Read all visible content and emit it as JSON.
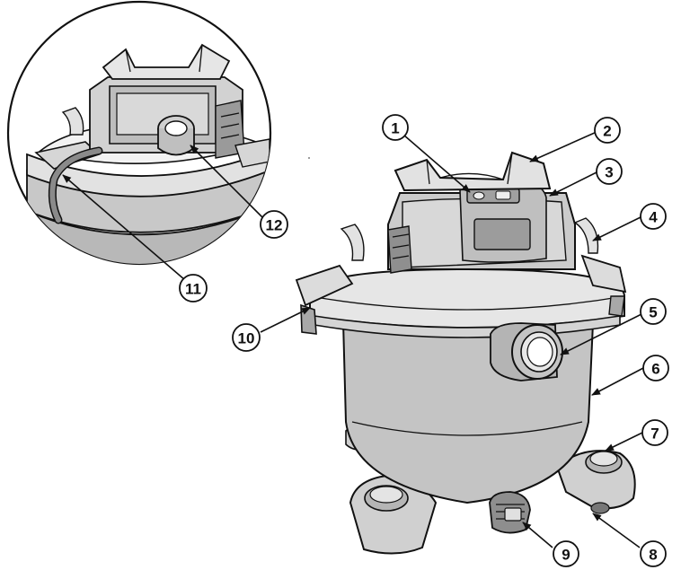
{
  "diagram": {
    "colors": {
      "ink": "#111111",
      "body_gray": "#c8c8c8",
      "light_gray": "#e2e2e2",
      "dark_gray": "#8a8a8a",
      "background": "#ffffff"
    },
    "callouts": [
      "1",
      "2",
      "3",
      "4",
      "5",
      "6",
      "7",
      "8",
      "9",
      "10",
      "11",
      "12"
    ]
  }
}
